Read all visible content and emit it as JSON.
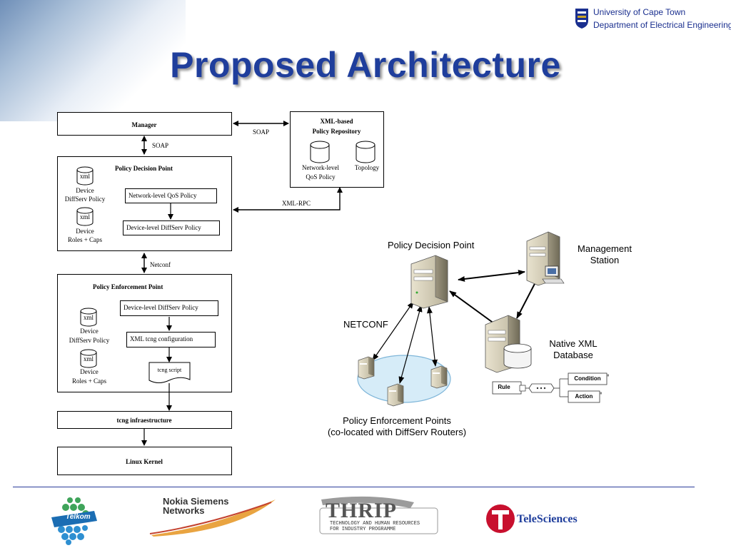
{
  "header": {
    "title": "Proposed Architecture",
    "org_line1": "University of Cape Town",
    "org_line2": "Department of Electrical Engineering"
  },
  "left_diagram": {
    "manager": "Manager",
    "soap_h": "SOAP",
    "soap_v": "SOAP",
    "repo_line1": "XML-based",
    "repo_line2": "Policy Repository",
    "repo_db1_line1": "Network-level",
    "repo_db1_line2": "QoS Policy",
    "repo_db2": "Topology",
    "xmlrpc": "XML-RPC",
    "pdp_title": "Policy Decision Point",
    "pdp_db1_tag": "xml",
    "pdp_db1_line1": "Device",
    "pdp_db1_line2": "DiffServ Policy",
    "pdp_db2_tag": "xml",
    "pdp_db2_line1": "Device",
    "pdp_db2_line2": "Roles + Caps",
    "pdp_box1": "Network-level QoS Policy",
    "pdp_box2": "Device-level DiffServ Policy",
    "netconf": "Netconf",
    "pep_title": "Policy Enforcement Point",
    "pep_db1_tag": "xml",
    "pep_db1_line1": "Device",
    "pep_db1_line2": "DiffServ Policy",
    "pep_db2_tag": "xml",
    "pep_db2_line1": "Device",
    "pep_db2_line2": "Roles + Caps",
    "pep_box1": "Device-level DiffServ Policy",
    "pep_box2": "XML tcng configuration",
    "pep_doc": "tcng script",
    "tcng": "tcng infraestructure",
    "kernel": "Linux Kernel"
  },
  "right_diagram": {
    "pdp": "Policy Decision Point",
    "mgmt_line1": "Management",
    "mgmt_line2": "Station",
    "netconf": "NETCONF",
    "xmldb_line1": "Native XML",
    "xmldb_line2": "Database",
    "schema_rule": "Rule",
    "schema_condition": "Condition",
    "schema_action": "Action",
    "pep_line1": "Policy Enforcement Points",
    "pep_line2": "(co-located with DiffServ Routers)"
  },
  "footer": {
    "telkom": "Telkom",
    "nsn_line1": "Nokia Siemens",
    "nsn_line2": "Networks",
    "thrip": "THRIP",
    "thrip_line1": "TECHNOLOGY AND HUMAN RESOURCES",
    "thrip_line2": "FOR INDUSTRY PROGRAMME",
    "telesciences": "TeleSciences"
  },
  "colors": {
    "title": "#1f3e9c",
    "rule": "#2a3c9a",
    "cloud": "#d6ecf8"
  }
}
